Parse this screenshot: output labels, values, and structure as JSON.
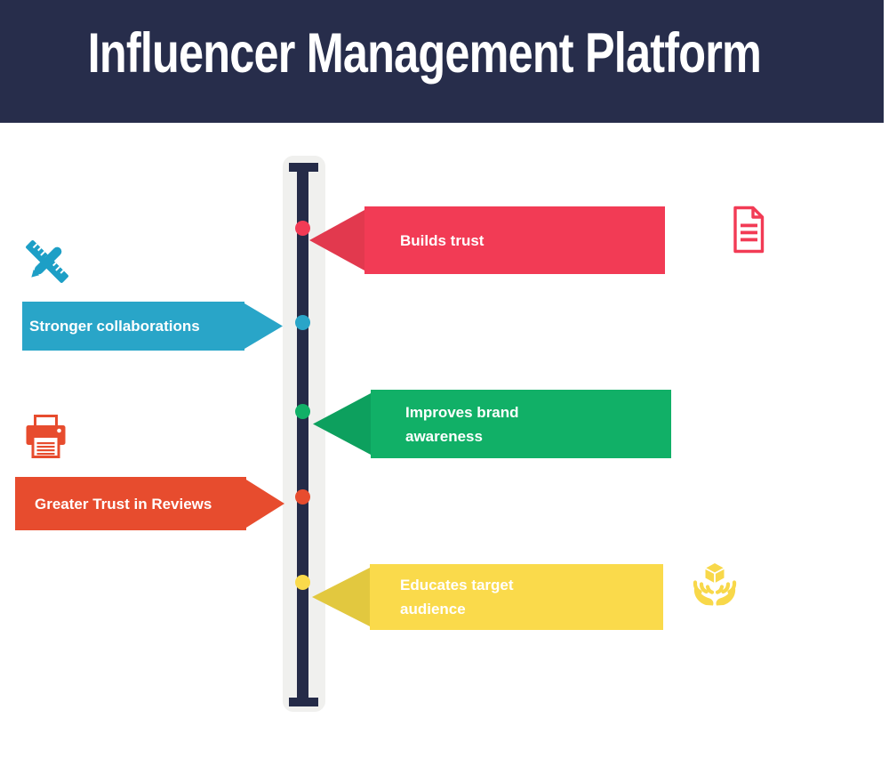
{
  "header": {
    "title": "Influencer Management Platform"
  },
  "colors": {
    "header_bg": "#272d4b",
    "timeline_bar": "#252b48",
    "timeline_track": "#f0f0ee",
    "page_bg": "#ffffff"
  },
  "timeline_items": [
    {
      "label": "Builds trust",
      "side": "right",
      "color": "#f23b55",
      "arrow_color": "#e2394e",
      "dot_color": "#f23b55"
    },
    {
      "label": "Stronger collaborations",
      "side": "left",
      "color": "#29a5c8",
      "arrow_color": "#29a5c8",
      "dot_color": "#29a5c8"
    },
    {
      "label": "Improves brand awareness",
      "side": "right",
      "color": "#11b067",
      "arrow_color": "#0da05e",
      "dot_color": "#11b067"
    },
    {
      "label": "Greater Trust in Reviews",
      "side": "left",
      "color": "#e74c2e",
      "arrow_color": "#e74c2e",
      "dot_color": "#e74c2e"
    },
    {
      "label": "Educates target audience",
      "side": "right",
      "color": "#fada4b",
      "arrow_color": "#e2c83f",
      "dot_color": "#fada4b"
    }
  ],
  "icons": [
    {
      "name": "ruler-pencil-icon",
      "color": "#1d9fc6"
    },
    {
      "name": "printer-icon",
      "color": "#e74c2e"
    },
    {
      "name": "document-icon",
      "color": "#f23b55"
    },
    {
      "name": "hands-holding-box-icon",
      "color": "#f8d84a"
    }
  ]
}
